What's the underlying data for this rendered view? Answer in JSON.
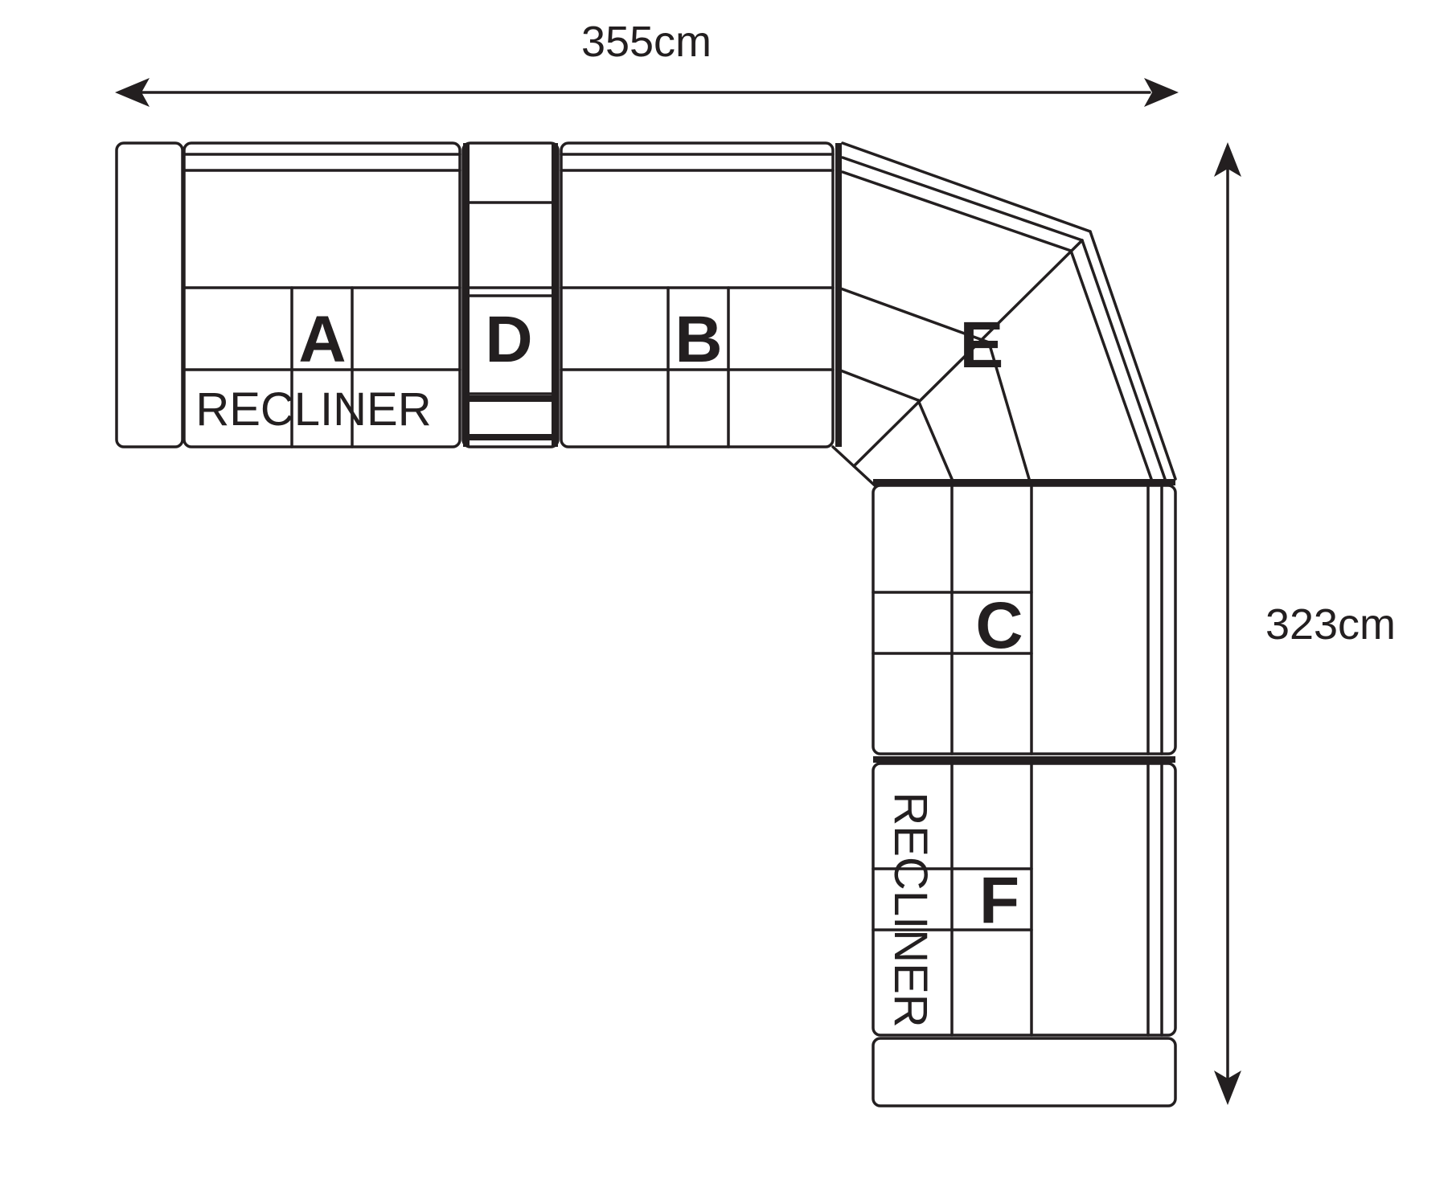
{
  "dimensions": {
    "width_label": "355cm",
    "height_label": "323cm"
  },
  "sections": {
    "a": "A",
    "b": "B",
    "c": "C",
    "d": "D",
    "e": "E",
    "f": "F"
  },
  "recliner_labels": {
    "horizontal": "RECLINER",
    "vertical": "RECLINER"
  },
  "colors": {
    "line": "#231f20",
    "background": "#ffffff"
  }
}
